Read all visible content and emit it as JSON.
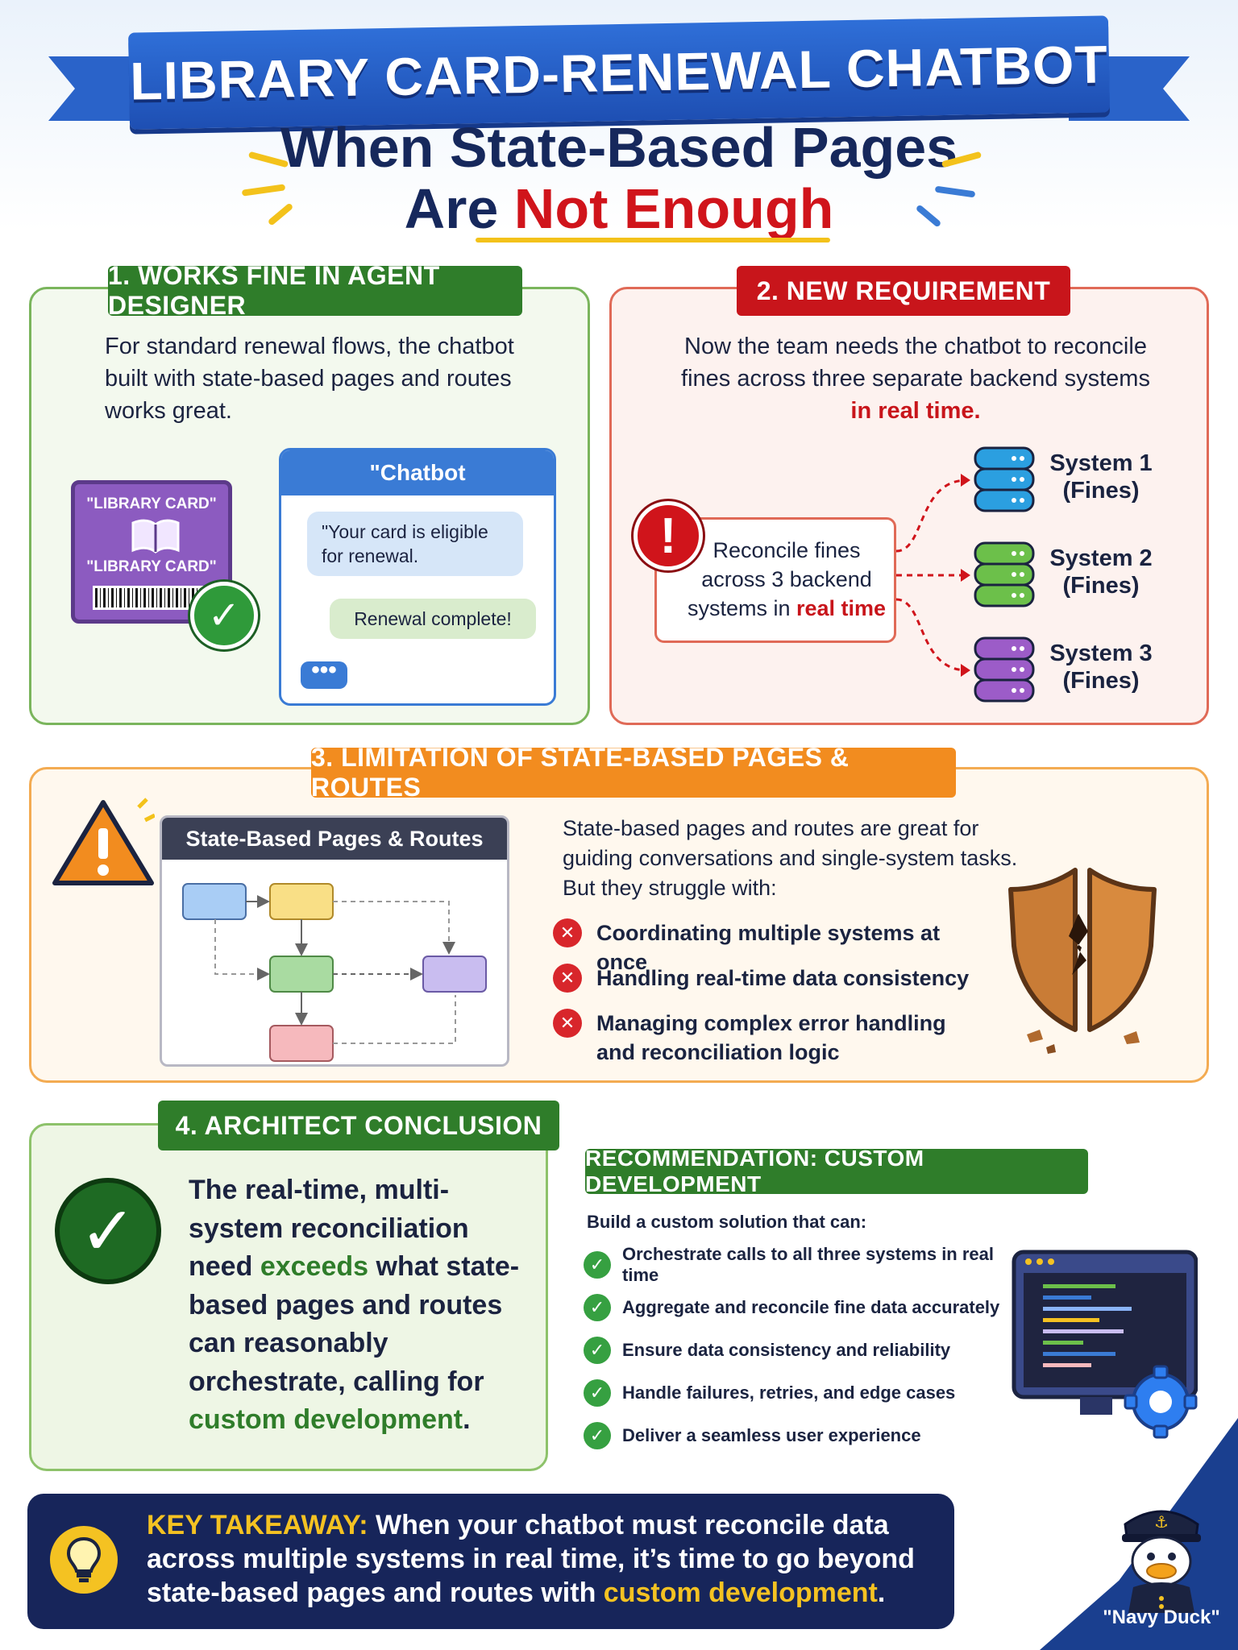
{
  "header": {
    "banner_title": "LIBRARY CARD-RENEWAL CHATBOT",
    "subtitle_line1": "When State-Based Pages",
    "subtitle_line2_prefix": "Are ",
    "subtitle_line2_highlight": "Not Enough"
  },
  "section1": {
    "tag": "1. WORKS FINE IN AGENT DESIGNER",
    "text": "For standard renewal flows, the chatbot built with state-based pages and routes works great.",
    "card_label_top": "\"LIBRARY CARD\"",
    "card_label_bottom": "\"LIBRARY CARD\"",
    "chat_title": "\"Chatbot",
    "bubble1": "\"Your card is eligible for renewal.",
    "bubble2": "Renewal complete!",
    "typing": "•••"
  },
  "section2": {
    "tag": "2. NEW REQUIREMENT",
    "text_prefix": "Now the team needs the chatbot to reconcile fines across three separate backend systems ",
    "text_highlight": "in real time.",
    "box_prefix": "Reconcile fines across 3 backend systems in ",
    "box_highlight": "real time",
    "systems": [
      {
        "line1": "System 1",
        "line2": "(Fines)",
        "color": "#2b9fe0"
      },
      {
        "line1": "System 2",
        "line2": "(Fines)",
        "color": "#6cc04a"
      },
      {
        "line1": "System 3",
        "line2": "(Fines)",
        "color": "#9c5cc8"
      }
    ]
  },
  "section3": {
    "tag": "3. LIMITATION OF STATE-BASED PAGES & ROUTES",
    "flow_title": "State-Based Pages & Routes",
    "intro": "State-based pages and routes are great for guiding conversations and single-system tasks.",
    "but": "But they struggle with:",
    "struggles": [
      "Coordinating multiple systems at once",
      "Handling real-time data consistency",
      "Managing complex error handling and reconciliation logic"
    ]
  },
  "section4": {
    "tag": "4. ARCHITECT CONCLUSION",
    "conclusion_a": "The real-time, multi-system reconciliation need ",
    "conclusion_b": "exceeds",
    "conclusion_c": " what state-based pages and routes can reasonably orchestrate, calling for ",
    "conclusion_d": "custom development",
    "conclusion_e": ".",
    "rec_tag": "RECOMMENDATION: CUSTOM DEVELOPMENT",
    "build_text": "Build a custom solution that can:",
    "items": [
      "Orchestrate calls to all three systems in real time",
      "Aggregate and reconcile fine data accurately",
      "Ensure data consistency and reliability",
      "Handle failures, retries, and edge cases",
      "Deliver a seamless user experience"
    ]
  },
  "takeaway": {
    "label": "KEY TAKEAWAY:",
    "text": " When your chatbot must reconcile data across multiple systems in real time, it’s time to go beyond state-based pages and routes with ",
    "highlight": "custom development",
    "end": "."
  },
  "mascot": {
    "name": "\"Navy Duck\""
  },
  "colors": {
    "banner": "#2f6fd8",
    "green": "#2f7d2a",
    "red": "#c8151b",
    "orange": "#f28c1f",
    "navy": "#17255a",
    "yellow": "#f4c222"
  }
}
